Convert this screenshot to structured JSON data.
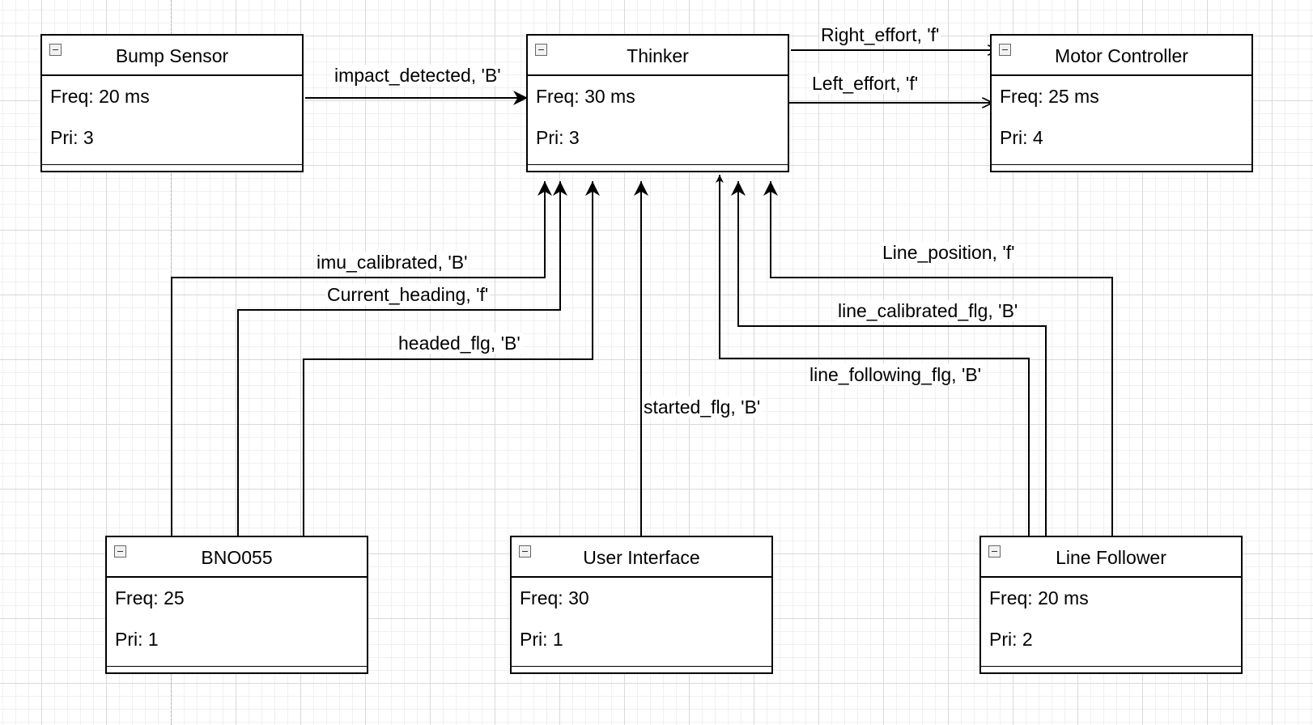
{
  "nodes": {
    "bump_sensor": {
      "title": "Bump Sensor",
      "freq": "Freq: 20 ms",
      "pri": "Pri: 3"
    },
    "thinker": {
      "title": "Thinker",
      "freq": "Freq: 30 ms",
      "pri": "Pri: 3"
    },
    "motor_controller": {
      "title": "Motor Controller",
      "freq": "Freq: 25 ms",
      "pri": "Pri: 4"
    },
    "bno055": {
      "title": "BNO055",
      "freq": "Freq: 25",
      "pri": "Pri: 1"
    },
    "user_interface": {
      "title": "User Interface",
      "freq": "Freq: 30",
      "pri": "Pri: 1"
    },
    "line_follower": {
      "title": "Line Follower",
      "freq": "Freq: 20 ms",
      "pri": "Pri: 2"
    }
  },
  "edges": {
    "impact_detected": "impact_detected, 'B'",
    "right_effort": "Right_effort, 'f'",
    "left_effort": "Left_effort, 'f'",
    "imu_calibrated": "imu_calibrated, 'B'",
    "current_heading": "Current_heading, 'f'",
    "headed_flg": "headed_flg, 'B'",
    "started_flg": "started_flg, 'B'",
    "line_position": "Line_position, 'f'",
    "line_calibrated_flg": "line_calibrated_flg, 'B'",
    "line_following_flg": "line_following_flg, 'B'"
  }
}
